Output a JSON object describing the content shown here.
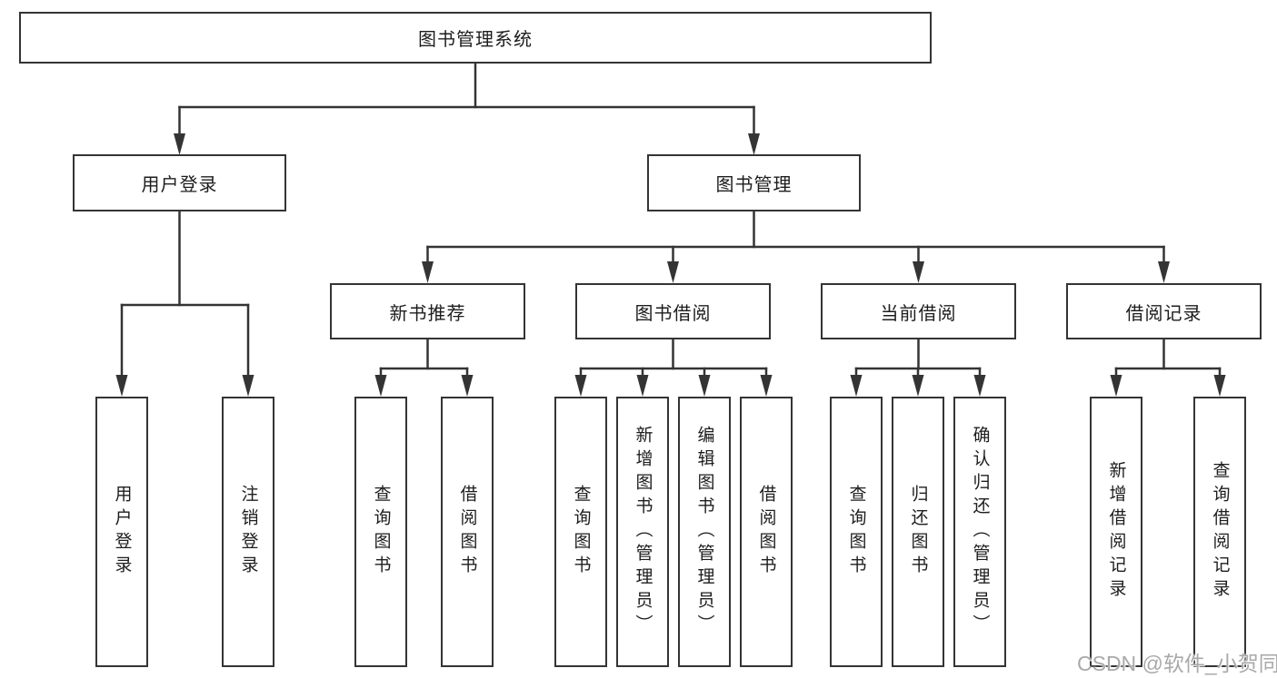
{
  "title": "图书管理系统",
  "watermark": {
    "text": "CSDN @软件_小贺同学"
  },
  "colors": {
    "line": "#343434",
    "box_border": "#343434",
    "box_background": "#ffffff",
    "text": "#1d1d1d",
    "watermark": "#a9a9a9"
  },
  "tree": {
    "label": "图书管理系统",
    "children": [
      {
        "label": "用户登录",
        "children": [
          {
            "label": "用户登录"
          },
          {
            "label": "注销登录"
          }
        ]
      },
      {
        "label": "图书管理",
        "children": [
          {
            "label": "新书推荐",
            "children": [
              {
                "label": "查询图书"
              },
              {
                "label": "借阅图书"
              }
            ]
          },
          {
            "label": "图书借阅",
            "children": [
              {
                "label": "查询图书"
              },
              {
                "label": "新增图书（管理员）"
              },
              {
                "label": "编辑图书（管理员）"
              },
              {
                "label": "借阅图书"
              }
            ]
          },
          {
            "label": "当前借阅",
            "children": [
              {
                "label": "查询图书"
              },
              {
                "label": "归还图书"
              },
              {
                "label": "确认归还（管理员）"
              }
            ]
          },
          {
            "label": "借阅记录",
            "children": [
              {
                "label": "新增借阅记录"
              },
              {
                "label": "查询借阅记录"
              }
            ]
          }
        ]
      }
    ]
  }
}
